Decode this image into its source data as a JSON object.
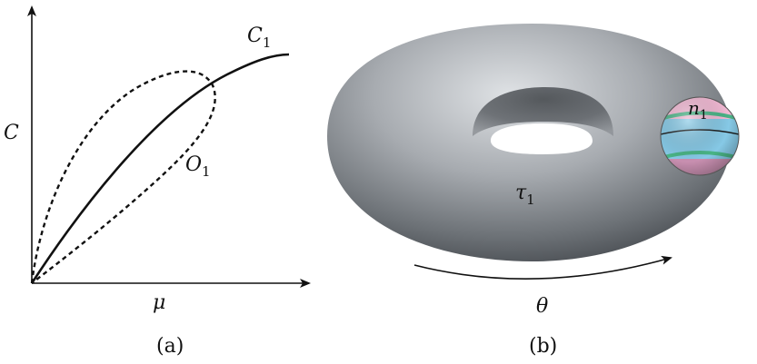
{
  "panel_a": {
    "caption": "(a)",
    "y_axis_label": "C",
    "x_axis_label": "μ",
    "curve_label_main": "C",
    "curve_label_main_sub": "1",
    "curve_label_loop": "O",
    "curve_label_loop_sub": "1"
  },
  "panel_b": {
    "caption": "(b)",
    "torus_label": "τ",
    "torus_label_sub": "1",
    "sphere_label": "n",
    "sphere_label_sub": "1",
    "arrow_label": "θ"
  },
  "colors": {
    "torus_light": "#d9dcdf",
    "torus_mid": "#9fa3a8",
    "torus_dark": "#4f5458",
    "sphere_pink": "#f2b9d4",
    "sphere_blue": "#86c9e6",
    "sphere_green": "#49b486",
    "sphere_mauve": "#c88fb0"
  }
}
